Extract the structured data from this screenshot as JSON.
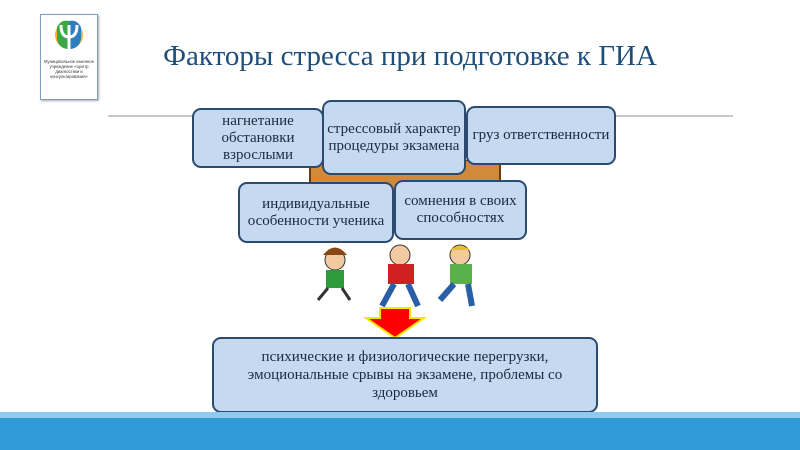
{
  "logo": {
    "text": "Муниципальное казенное учреждение «Центр диагностики и консультирования»"
  },
  "title": "Факторы стресса при подготовке к ГИА",
  "factors": [
    "нагнетание обстановки взрослыми",
    "стрессовый характер процедуры экзамена",
    "груз ответственности",
    "индивидуальные особенности ученика",
    "сомнения в своих способностях"
  ],
  "result": "психические и физиологические перегрузки, эмоциональные срывы на экзамене, проблемы со здоровьем",
  "colors": {
    "title": "#1f4e79",
    "box_fill": "#c5d9f1",
    "box_border": "#2c4a6e",
    "arrow": "#ff0000",
    "bar": "#2e9bd6"
  }
}
